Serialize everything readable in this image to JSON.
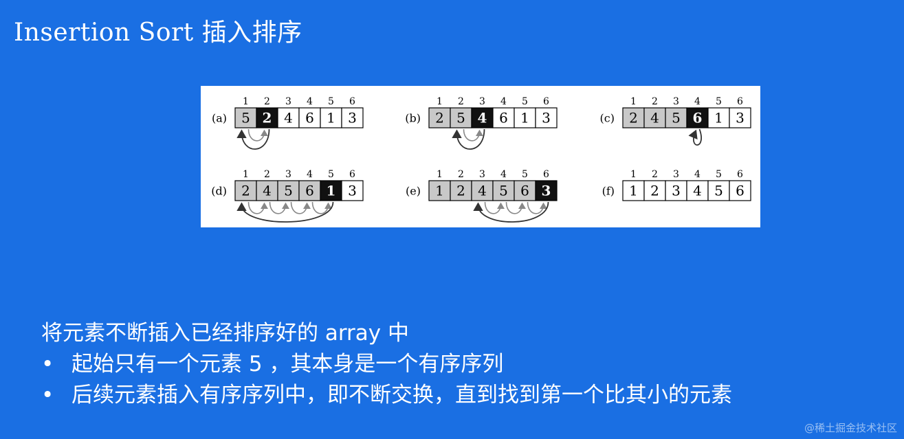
{
  "slide": {
    "title": "Insertion Sort 插入排序"
  },
  "diagram": {
    "index_labels": [
      "1",
      "2",
      "3",
      "4",
      "5",
      "6"
    ],
    "panels": [
      {
        "label": "(a)",
        "cells": [
          "5",
          "2",
          "4",
          "6",
          "1",
          "3"
        ],
        "sorted": [
          0
        ],
        "key": 1,
        "arrow_target": 0,
        "shift_sources": [
          0
        ]
      },
      {
        "label": "(b)",
        "cells": [
          "2",
          "5",
          "4",
          "6",
          "1",
          "3"
        ],
        "sorted": [
          0,
          1
        ],
        "key": 2,
        "arrow_target": 1,
        "shift_sources": [
          1
        ]
      },
      {
        "label": "(c)",
        "cells": [
          "2",
          "4",
          "5",
          "6",
          "1",
          "3"
        ],
        "sorted": [
          0,
          1,
          2
        ],
        "key": 3,
        "arrow_target": 3,
        "shift_sources": []
      },
      {
        "label": "(d)",
        "cells": [
          "2",
          "4",
          "5",
          "6",
          "1",
          "3"
        ],
        "sorted": [
          0,
          1,
          2,
          3
        ],
        "key": 4,
        "arrow_target": 0,
        "shift_sources": [
          0,
          1,
          2,
          3
        ]
      },
      {
        "label": "(e)",
        "cells": [
          "1",
          "2",
          "4",
          "5",
          "6",
          "3"
        ],
        "sorted": [
          0,
          1,
          2,
          3,
          4
        ],
        "key": 5,
        "arrow_target": 2,
        "shift_sources": [
          2,
          3,
          4
        ]
      },
      {
        "label": "(f)",
        "cells": [
          "1",
          "2",
          "3",
          "4",
          "5",
          "6"
        ],
        "sorted": [],
        "key": -1,
        "arrow_target": -1,
        "shift_sources": []
      }
    ]
  },
  "notes": {
    "intro": "将元素不断插入已经排序好的 array 中",
    "bullet_symbol": "•",
    "bullets": [
      "起始只有一个元素 5 ，其本身是一个有序序列",
      "后续元素插入有序序列中，即不断交换，直到找到第一个比其小的元素"
    ]
  },
  "watermark": "@稀土掘金技术社区",
  "colors": {
    "background": "#1a6fe3",
    "text": "#ffffff",
    "sorted_cell": "#c8c8c8",
    "key_cell": "#111111",
    "arrow": "#333333",
    "shift_arrow": "#888888"
  }
}
